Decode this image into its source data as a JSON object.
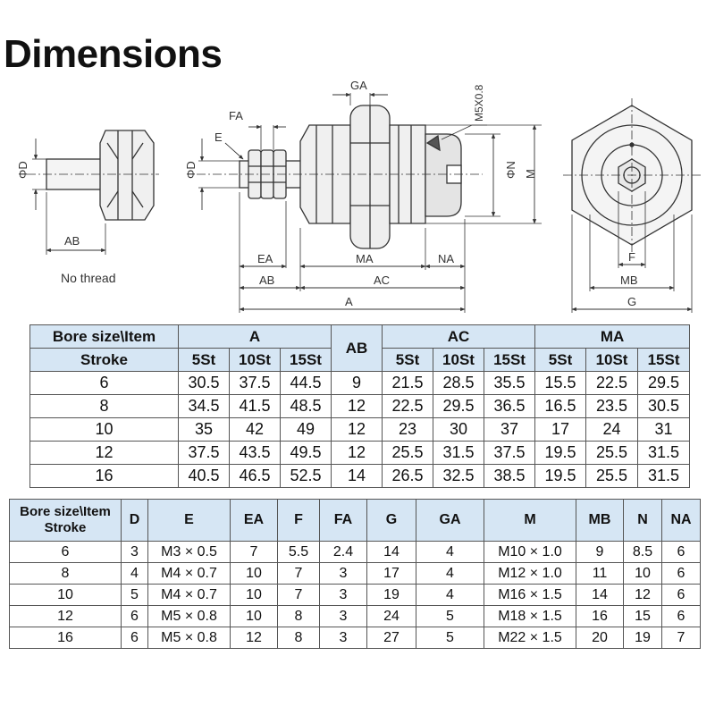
{
  "title": "Dimensions",
  "drawing_labels": {
    "phi_d_left": "ΦD",
    "ab_left": "AB",
    "no_thread": "No thread",
    "fa": "FA",
    "e": "E",
    "phi_d": "ΦD",
    "ga": "GA",
    "m5x08": "M5X0.8",
    "phi_n": "ΦN",
    "m": "M",
    "ea": "EA",
    "ma": "MA",
    "na": "NA",
    "ab": "AB",
    "ac": "AC",
    "a": "A",
    "f": "F",
    "mb": "MB",
    "g": "G"
  },
  "table1": {
    "header_bore": "Bore size\\Item",
    "header_stroke": "Stroke",
    "groups": [
      "A",
      "AB",
      "AC",
      "MA"
    ],
    "sub": [
      "5St",
      "10St",
      "15St"
    ],
    "rows": [
      [
        "6",
        "30.5",
        "37.5",
        "44.5",
        "9",
        "21.5",
        "28.5",
        "35.5",
        "15.5",
        "22.5",
        "29.5"
      ],
      [
        "8",
        "34.5",
        "41.5",
        "48.5",
        "12",
        "22.5",
        "29.5",
        "36.5",
        "16.5",
        "23.5",
        "30.5"
      ],
      [
        "10",
        "35",
        "42",
        "49",
        "12",
        "23",
        "30",
        "37",
        "17",
        "24",
        "31"
      ],
      [
        "12",
        "37.5",
        "43.5",
        "49.5",
        "12",
        "25.5",
        "31.5",
        "37.5",
        "19.5",
        "25.5",
        "31.5"
      ],
      [
        "16",
        "40.5",
        "46.5",
        "52.5",
        "14",
        "26.5",
        "32.5",
        "38.5",
        "19.5",
        "25.5",
        "31.5"
      ]
    ]
  },
  "table2": {
    "header_bore": "Bore size\\Item",
    "header_stroke": "Stroke",
    "columns": [
      "D",
      "E",
      "EA",
      "F",
      "FA",
      "G",
      "GA",
      "M",
      "MB",
      "N",
      "NA"
    ],
    "rows": [
      [
        "6",
        "3",
        "M3 × 0.5",
        "7",
        "5.5",
        "2.4",
        "14",
        "4",
        "M10 × 1.0",
        "9",
        "8.5",
        "6"
      ],
      [
        "8",
        "4",
        "M4 × 0.7",
        "10",
        "7",
        "3",
        "17",
        "4",
        "M12 × 1.0",
        "11",
        "10",
        "6"
      ],
      [
        "10",
        "5",
        "M4 × 0.7",
        "10",
        "7",
        "3",
        "19",
        "4",
        "M16 × 1.5",
        "14",
        "12",
        "6"
      ],
      [
        "12",
        "6",
        "M5 × 0.8",
        "10",
        "8",
        "3",
        "24",
        "5",
        "M18 × 1.5",
        "16",
        "15",
        "6"
      ],
      [
        "16",
        "6",
        "M5 × 0.8",
        "12",
        "8",
        "3",
        "27",
        "5",
        "M22 × 1.5",
        "20",
        "19",
        "7"
      ]
    ]
  }
}
